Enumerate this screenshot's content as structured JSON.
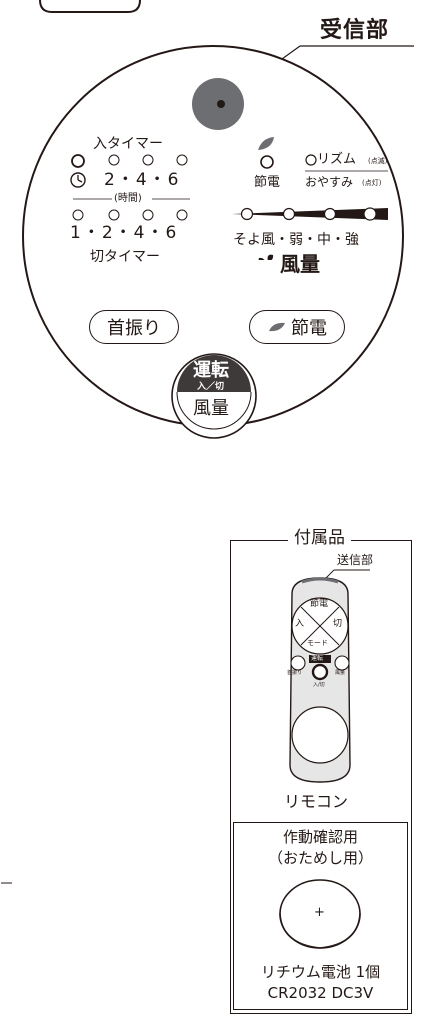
{
  "panel": {
    "receiver_label": "受信部",
    "on_timer_title": "入タイマー",
    "on_timer_values": "2・4・6",
    "hours_label": "(時間)",
    "off_timer_values": "1・2・4・6",
    "off_timer_title": "切タイマー",
    "eco_label": "節電",
    "rhythm_label": "リズム",
    "rhythm_sub": "(点滅)",
    "sleep_label": "おやすみ",
    "sleep_sub": "(点灯)",
    "speed_scale": "そよ風・弱・中・強",
    "airflow_label": "風量",
    "swing_button": "首振り",
    "eco_button": "節電",
    "run_button_top": "運転",
    "run_button_sub": "入／切",
    "run_button_bottom": "風量"
  },
  "accessories": {
    "title": "付属品",
    "transmitter_label": "送信部",
    "remote_label": "リモコン",
    "remote_buttons": {
      "eco": "節電",
      "on": "入",
      "off": "切",
      "mode": "モード",
      "swing": "首振り",
      "airflow": "風量",
      "power": "入/切",
      "center_top": "運転"
    },
    "battery_purpose_line1": "作動確認用",
    "battery_purpose_line2": "（おためし用）",
    "battery_plus": "+",
    "battery_desc_line1": "リチウム電池 1個",
    "battery_desc_line2": "CR2032 DC3V"
  },
  "colors": {
    "ink": "#231815",
    "sensor": "#6d6e71",
    "run_button": "#3e3a39",
    "remote_body": "#e6e6e6",
    "battery_body": "#ffffff"
  }
}
